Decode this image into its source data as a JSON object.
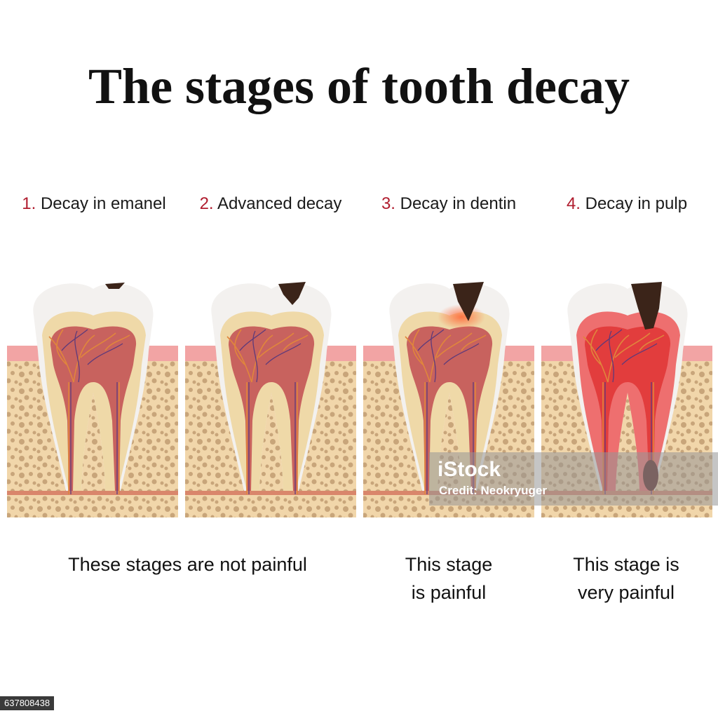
{
  "title": "The stages of tooth decay",
  "stages": [
    {
      "num": "1.",
      "label": "Decay in emanel"
    },
    {
      "num": "2.",
      "label": "Advanced decay"
    },
    {
      "num": "3.",
      "label": "Decay in dentin"
    },
    {
      "num": "4.",
      "label": "Decay in pulp"
    }
  ],
  "notes": {
    "not_painful": "These stages are not painful",
    "painful_line1": "This stage",
    "painful_line2": "is painful",
    "very_painful_line1": "This stage is",
    "very_painful_line2": "very painful"
  },
  "watermark": {
    "logo": "iStock",
    "credit": "Credit: Neokryuger",
    "stock_id": "637808438"
  },
  "colors": {
    "enamel": "#f3f1ef",
    "dentin": "#efd9a8",
    "pulp": "#c8625e",
    "gum": "#f2a4a4",
    "bone": "#f1d6aa",
    "decay": "#3b2419",
    "inflammation": "#e23d3d",
    "stage_number": "#b01c2e"
  }
}
